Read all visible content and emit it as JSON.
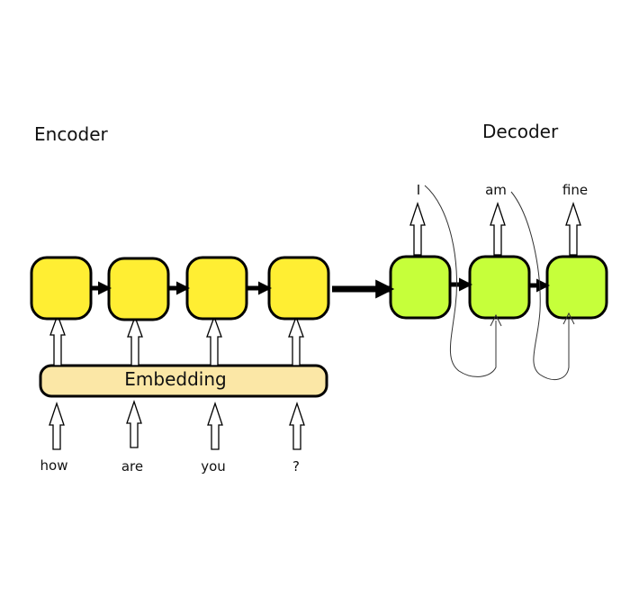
{
  "encoder": {
    "title": "Encoder",
    "cell_color": "#ffee33",
    "inputs": [
      "how",
      "are",
      "you",
      "?"
    ],
    "embedding_label": "Embedding",
    "embedding_color": "#fbe7a6"
  },
  "decoder": {
    "title": "Decoder",
    "cell_color": "#c6ff3a",
    "outputs": [
      "I",
      "am",
      "fine"
    ]
  }
}
